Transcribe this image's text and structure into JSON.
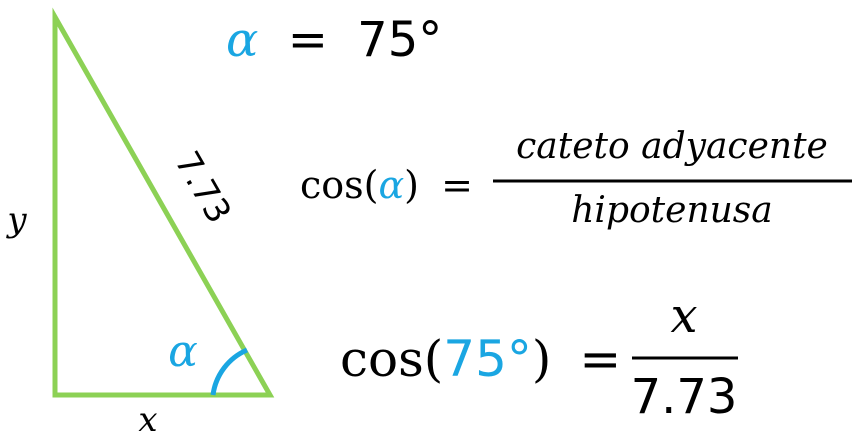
{
  "colors": {
    "triangle_stroke": "#8CD155",
    "angle_accent": "#1AA6E2",
    "text": "#000000"
  },
  "triangle": {
    "hypotenuse_label": "7.73",
    "vertical_side_label": "y",
    "horizontal_side_label": "x",
    "angle_label": "α"
  },
  "angle_statement": {
    "symbol": "α",
    "equals": "=",
    "value": "75°"
  },
  "definition": {
    "func": "cos(",
    "symbol": "α",
    "close": ")",
    "equals": "=",
    "numerator": "cateto adyacente",
    "denominator": "hipotenusa"
  },
  "substitution": {
    "func": "cos(",
    "value": "75°",
    "close": ")",
    "equals": "=",
    "numerator": "x",
    "denominator": "7.73"
  }
}
